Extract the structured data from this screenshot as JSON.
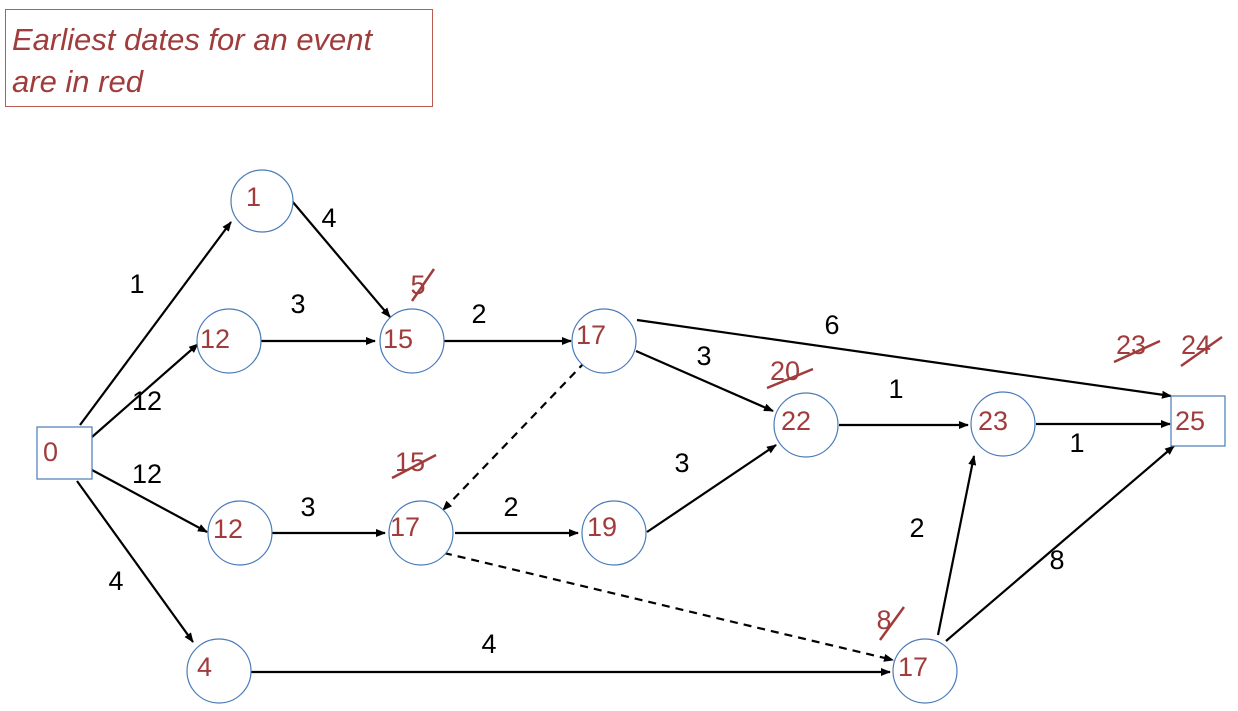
{
  "note": {
    "line1": "Earliest dates for an event",
    "line2": "are in red"
  },
  "nodes": {
    "n0": "0",
    "n1": "1",
    "n12a": "12",
    "n15": "15",
    "n17a": "17",
    "n22": "22",
    "n23": "23",
    "n25": "25",
    "n12b": "12",
    "n17b": "17",
    "n19": "19",
    "n4": "4",
    "n17c": "17"
  },
  "edges": {
    "e0_1": "1",
    "e0_12a": "12",
    "e0_12b": "12",
    "e0_4": "4",
    "e1_15": "4",
    "e12a_15": "3",
    "e15_17a": "2",
    "e17a_25": "6",
    "e17a_22": "3",
    "e22_23": "1",
    "e23_25": "1",
    "e12b_17b": "3",
    "e17b_19": "2",
    "e19_22": "3",
    "e4_17c": "4",
    "e17c_23": "2",
    "e17c_25": "8"
  },
  "struck": {
    "s15": "5",
    "s22": "20",
    "s17b": "15",
    "s17c": "8",
    "s25a": "23",
    "s25b": "24"
  },
  "colors": {
    "label_red": "#a03c3c",
    "node_border": "#4a7bb8",
    "edge": "#000000"
  }
}
